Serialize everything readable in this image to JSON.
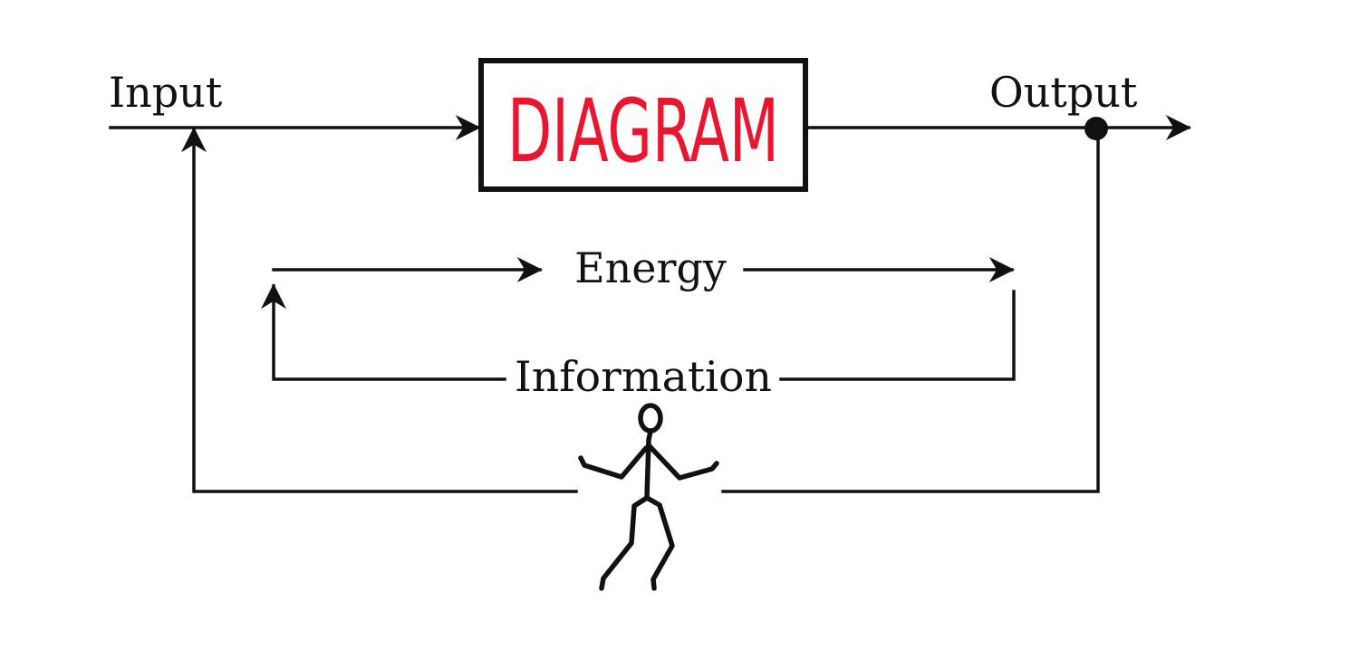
{
  "diagram": {
    "title": "DIAGRAM",
    "colors": {
      "title_text": "#e8162f",
      "ink": "#111111",
      "background": "#ffffff"
    },
    "labels": {
      "input": "Input",
      "output": "Output",
      "energy": "Energy",
      "information": "Information"
    },
    "figure": "stick-figure-person"
  }
}
